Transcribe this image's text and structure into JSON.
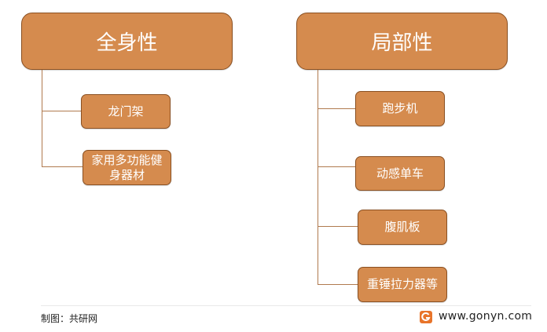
{
  "diagram": {
    "left": {
      "title": "全身性",
      "items": [
        "龙门架",
        "家用多功能健身器材"
      ]
    },
    "right": {
      "title": "局部性",
      "items": [
        "跑步机",
        "动感单车",
        "腹肌板",
        "重锤拉力器等"
      ]
    },
    "colors": {
      "box_fill": "#d58b4e",
      "box_border": "#8a5022",
      "connector": "#b07a4f",
      "logo": "#e8742a"
    }
  },
  "footer": {
    "source": "制图：共研网",
    "website": "www.gonyn.com",
    "logo_icon": "gonyn-logo-icon"
  }
}
